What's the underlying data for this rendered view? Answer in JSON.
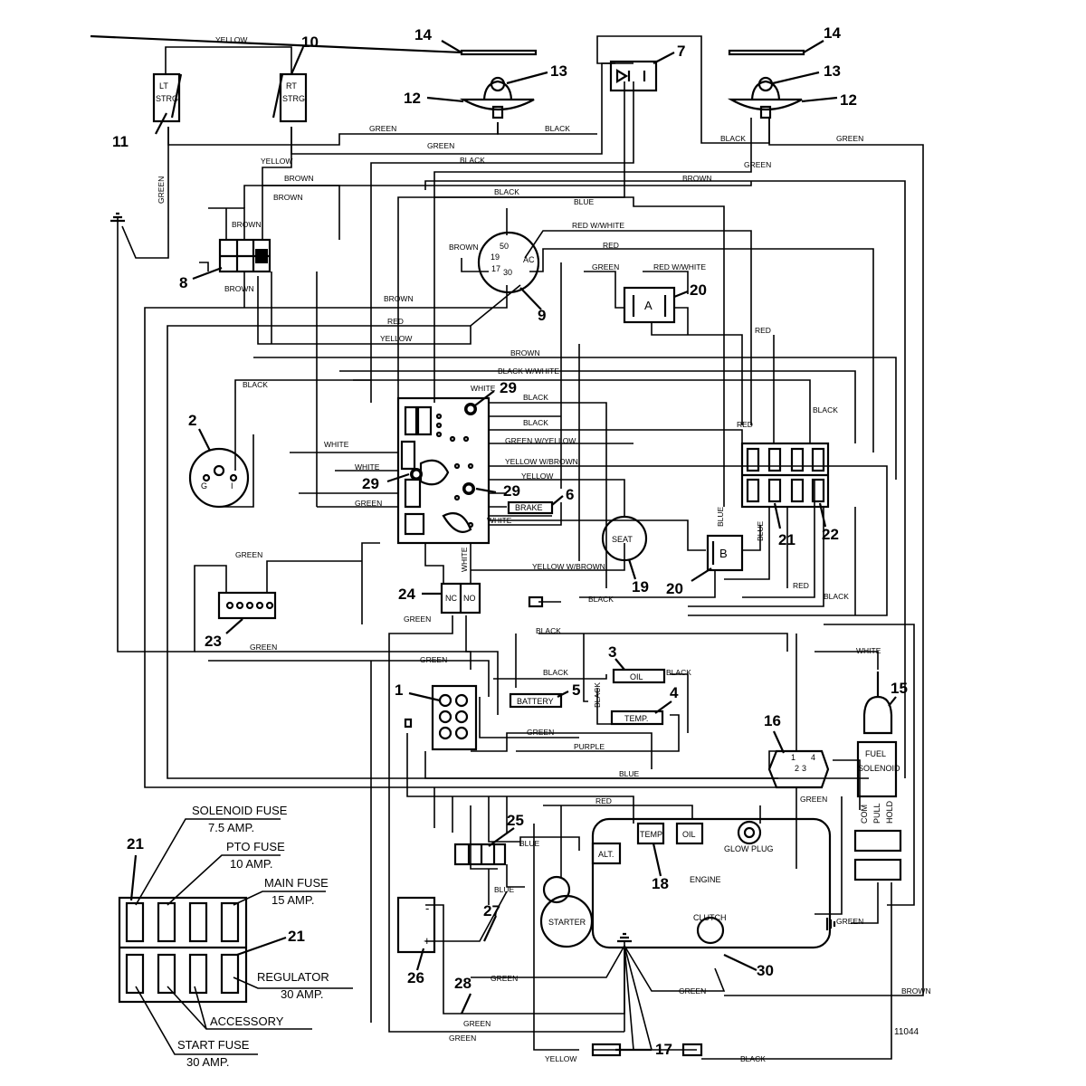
{
  "diagram_id": "11044",
  "wire_labels": {
    "yellow_top": "YELLOW",
    "green_left_vertical": "GREEN",
    "green_top1": "GREEN",
    "black_top1": "BLACK",
    "green_top2": "GREEN",
    "black_right_top": "BLACK",
    "green_right_top": "GREEN",
    "black_top2": "BLACK",
    "yellow_mid": "YELLOW",
    "brown_top1": "BROWN",
    "green_right2": "GREEN",
    "brown_right": "BROWN",
    "brown_top2": "BROWN",
    "black_top3": "BLACK",
    "blue_top": "BLUE",
    "brown_conn8_top": "BROWN",
    "brown_conn8_bottom": "BROWN",
    "red_white_top": "RED W/WHITE",
    "brown_key": "BROWN",
    "red_top": "RED",
    "green_relay": "GREEN",
    "red_white_relay": "RED W/WHITE",
    "brown_mid": "BROWN",
    "red_mid": "RED",
    "yellow_mid2": "YELLOW",
    "red_right": "RED",
    "brown_mid2": "BROWN",
    "black_white": "BLACK W/WHITE",
    "black_left": "BLACK",
    "white_blk": "WHITE",
    "black_blk1": "BLACK",
    "black_blk2": "BLACK",
    "white_left": "WHITE",
    "green_yellow": "GREEN W/YELLOW",
    "white_left2": "WHITE",
    "yellow_brown": "YELLOW W/BROWN",
    "yellow_blk": "YELLOW",
    "green_left2": "GREEN",
    "white_brake": "WHITE",
    "red_relay": "RED",
    "black_relay": "BLACK",
    "blue_v1": "BLUE",
    "blue_v2": "BLUE",
    "green_23": "GREEN",
    "white_v": "WHITE",
    "yellow_brown2": "YELLOW W/BROWN",
    "red_low": "RED",
    "black_low": "BLACK",
    "black_low2": "BLACK",
    "green_24": "GREEN",
    "black_mid3": "BLACK",
    "green_bot_left": "GREEN",
    "white_right": "WHITE",
    "green_mid": "GREEN",
    "black_batt": "BLACK",
    "black_oil": "BLACK",
    "black_vert": "BLACK",
    "green_mid2": "GREEN",
    "purple": "PURPLE",
    "blue_mid": "BLUE",
    "green_16": "GREEN",
    "red_bot": "RED",
    "blue_25": "BLUE",
    "blue_25b": "BLUE",
    "green_clutch": "GREEN",
    "green_gnd": "GREEN",
    "green_gnd2": "GREEN",
    "brown_bot": "BROWN",
    "green_28": "GREEN",
    "green_bot": "GREEN",
    "yellow_bot": "YELLOW",
    "black_bot": "BLACK"
  },
  "component_labels": {
    "lt_strg_1": "LT",
    "lt_strg_2": "STRG",
    "rt_strg_1": "RT",
    "rt_strg_2": "STRG",
    "key_50": "50",
    "key_19": "19",
    "key_17": "17",
    "key_30": "30",
    "key_ac": "AC",
    "relay_a": "A",
    "relay_b": "B",
    "gauge_g": "G",
    "gauge_i": "I",
    "brake": "BRAKE",
    "seat": "SEAT",
    "nc": "NC",
    "no": "NO",
    "oil_sw": "OIL",
    "temp_sw": "TEMP.",
    "battery_sw": "BATTERY",
    "temp_engine": "TEMP",
    "oil_engine": "OIL",
    "glow_plug": "GLOW PLUG",
    "alt": "ALT.",
    "engine": "ENGINE",
    "starter": "STARTER",
    "clutch": "CLUTCH",
    "fuel": "FUEL",
    "solenoid": "SOLENOID",
    "com": "COM",
    "pull": "PULL",
    "hold": "HOLD",
    "batt_minus": "-",
    "batt_plus": "+",
    "timer_1": "1",
    "timer_2": "2",
    "timer_3": "3",
    "timer_4": "4"
  },
  "callouts": [
    "1",
    "2",
    "3",
    "4",
    "5",
    "6",
    "7",
    "8",
    "9",
    "10",
    "11",
    "12",
    "13",
    "14",
    "15",
    "16",
    "17",
    "18",
    "19",
    "20",
    "21",
    "22",
    "23",
    "24",
    "25",
    "26",
    "27",
    "28",
    "29",
    "30"
  ],
  "fuse_legend": {
    "solenoid_fuse": "SOLENOID FUSE",
    "solenoid_amp": "7.5 AMP.",
    "pto_fuse": "PTO FUSE",
    "pto_amp": "10 AMP.",
    "main_fuse": "MAIN FUSE",
    "main_amp": "15 AMP.",
    "regulator": "REGULATOR",
    "regulator_amp": "30 AMP.",
    "accessory": "ACCESSORY",
    "start_fuse": "START FUSE",
    "start_amp": "30 AMP.",
    "num_top": "21",
    "num_right": "21"
  }
}
